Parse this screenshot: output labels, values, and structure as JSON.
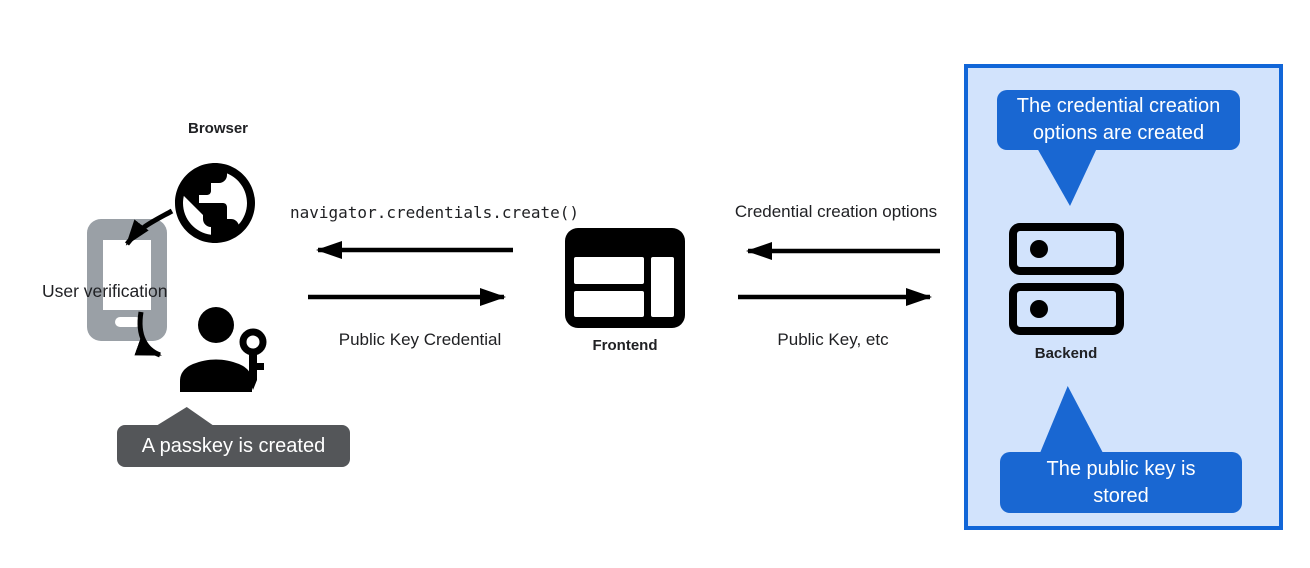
{
  "browser": {
    "label": "Browser"
  },
  "device": {
    "label": "User verification"
  },
  "passkey_tooltip": {
    "text": "A passkey is created"
  },
  "frontend": {
    "label": "Frontend"
  },
  "backend": {
    "label": "Backend",
    "tooltip_top": {
      "lines": [
        "The credential creation",
        "options are created"
      ]
    },
    "tooltip_bottom": {
      "lines": [
        "The public key is",
        "stored"
      ]
    }
  },
  "messages": {
    "create_call": "navigator.credentials.create()",
    "public_key_credential": "Public Key Credential",
    "credential_creation_options": "Credential creation options",
    "public_key_etc": "Public Key, etc"
  },
  "icons": {
    "browser": "globe-icon",
    "device": "smartphone-icon",
    "user": "person-with-key-icon",
    "frontend": "browser-window-icon",
    "backend": "server-stack-icon"
  },
  "colors": {
    "tooltip_dark": "#545659",
    "tooltip_blue": "#1967d2",
    "panel_fill": "#d2e3fc",
    "panel_border": "#1166d8",
    "phone_gray": "#9aa0a6",
    "arrow": "#000000",
    "text": "#202124"
  }
}
